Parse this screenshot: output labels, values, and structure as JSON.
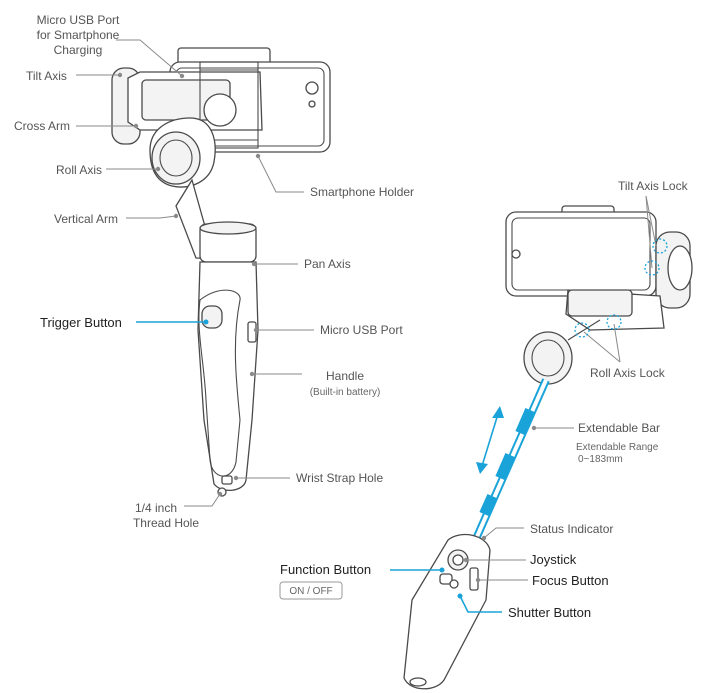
{
  "labels": {
    "micro_usb_charging_1": "Micro USB Port",
    "micro_usb_charging_2": "for Smartphone",
    "micro_usb_charging_3": "Charging",
    "tilt_axis": "Tilt Axis",
    "cross_arm": "Cross Arm",
    "roll_axis": "Roll Axis",
    "vertical_arm": "Vertical Arm",
    "smartphone_holder": "Smartphone Holder",
    "pan_axis": "Pan Axis",
    "trigger_button": "Trigger Button",
    "micro_usb_port": "Micro USB Port",
    "handle": "Handle",
    "handle_note": "(Built-in battery)",
    "wrist_strap_hole": "Wrist Strap Hole",
    "thread_hole_1": "1/4 inch",
    "thread_hole_2": "Thread Hole",
    "tilt_axis_lock": "Tilt Axis Lock",
    "roll_axis_lock": "Roll Axis Lock",
    "extendable_bar": "Extendable Bar",
    "extendable_range": "Extendable Range",
    "extendable_range_value": "0~183mm",
    "status_indicator": "Status Indicator",
    "joystick": "Joystick",
    "function_button": "Function Button",
    "on_off": "ON / OFF",
    "focus_button": "Focus Button",
    "shutter_button": "Shutter Button"
  },
  "colors": {
    "accent": "#1aa3d9",
    "line": "#8a8a8a",
    "device_outline": "#4a4a4a"
  }
}
